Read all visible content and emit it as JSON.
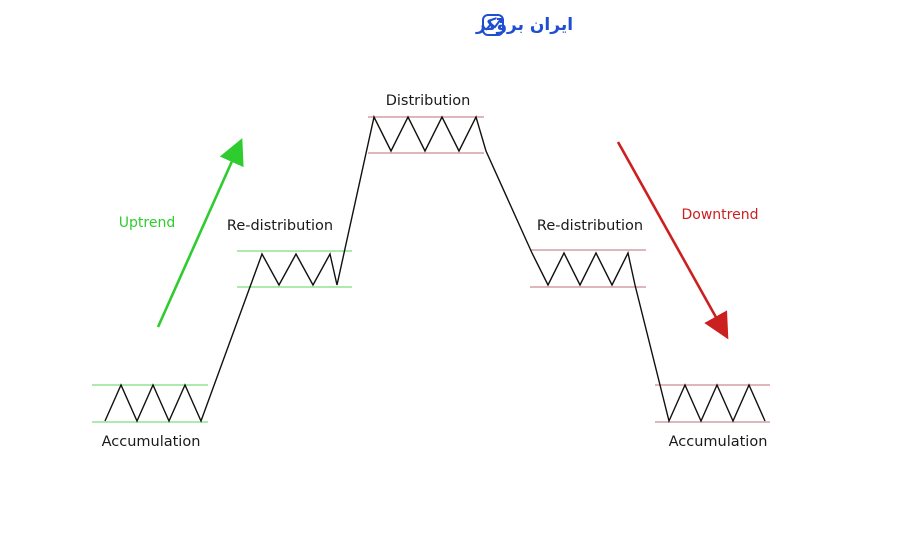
{
  "logo": {
    "text": "ایران بروکر",
    "color": "#1f4fd1"
  },
  "labels": {
    "accumulation_left": "Accumulation",
    "redistribution_left": "Re-distribution",
    "distribution": "Distribution",
    "redistribution_right": "Re-distribution",
    "accumulation_right": "Accumulation",
    "uptrend": "Uptrend",
    "downtrend": "Downtrend"
  },
  "colors": {
    "up": "#2ecc2e",
    "down": "#cc1f1f",
    "green_band": "#7ddc7d",
    "red_band": "#c98a94",
    "path": "#111111"
  }
}
